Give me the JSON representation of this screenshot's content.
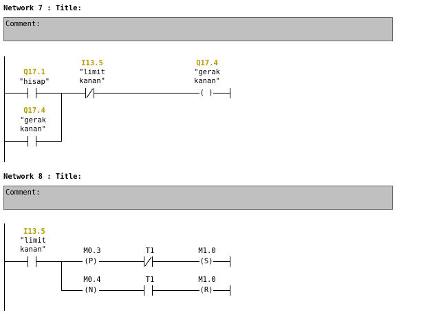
{
  "networks": [
    {
      "title": "Network 7 : Title:",
      "comment_label": "Comment:",
      "elements": {
        "c1": {
          "address": "Q17.1",
          "symbol": "\"hisap\""
        },
        "c2": {
          "address": "I13.5",
          "symbol": "\"limit\nkanan\""
        },
        "coil": {
          "address": "Q17.4",
          "symbol": "\"gerak\nkanan\"",
          "glyph": "( )"
        },
        "c3": {
          "address": "Q17.4",
          "symbol": "\"gerak\nkanan\""
        }
      }
    },
    {
      "title": "Network 8 : Title:",
      "comment_label": "Comment:",
      "elements": {
        "c1": {
          "address": "I13.5",
          "symbol": "\"limit\nkanan\""
        },
        "p": {
          "address": "M0.3",
          "glyph": "(P)"
        },
        "t1a": {
          "address": "T1"
        },
        "s": {
          "address": "M1.0",
          "glyph": "(S)"
        },
        "n": {
          "address": "M0.4",
          "glyph": "(N)"
        },
        "t1b": {
          "address": "T1"
        },
        "r": {
          "address": "M1.0",
          "glyph": "(R)"
        }
      }
    }
  ]
}
